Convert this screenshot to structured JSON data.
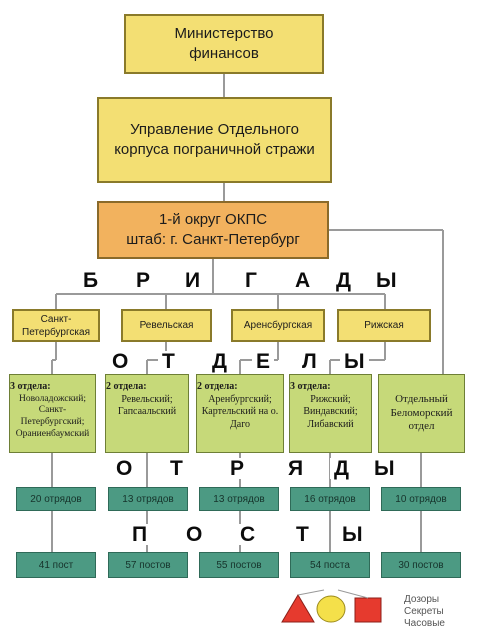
{
  "nodes": {
    "ministry": "Министерство финансов",
    "directorate": "Управление Отдельного корпуса пограничной стражи",
    "okrug_line1": "1-й округ ОКПС",
    "okrug_line2": "штаб: г. Санкт-Петербург"
  },
  "section_labels": {
    "brigades": [
      "Б",
      "Р",
      "И",
      "Г",
      "А",
      "Д",
      "Ы"
    ],
    "departments": [
      "О",
      "Т",
      "Д",
      "Е",
      "Л",
      "Ы"
    ],
    "detachments": [
      "О",
      "Т",
      "Р",
      "Я",
      "Д",
      "Ы"
    ],
    "posts": [
      "П",
      "О",
      "С",
      "Т",
      "Ы"
    ]
  },
  "brigades": [
    "Санкт-Петербургская",
    "Ревельская",
    "Аренсбургская",
    "Рижская"
  ],
  "departments": [
    {
      "head": "3 отдела:",
      "text": "Новоладожский; Санкт-Петербургский; Ораниенбаумский"
    },
    {
      "head": "2 отдела:",
      "text": "Ревельский; Гапсаальский"
    },
    {
      "head": "2 отдела:",
      "text": "Аренбургский; Картельский на о. Даго"
    },
    {
      "head": "3 отдела:",
      "text": "Рижский; Виндавский; Либавский"
    },
    {
      "head": "",
      "text": "Отдельный Беломорский отдел"
    }
  ],
  "detachments": [
    "20 отрядов",
    "13 отрядов",
    "13 отрядов",
    "16 отрядов",
    "10 отрядов"
  ],
  "posts": [
    "41 пост",
    "57 постов",
    "55 постов",
    "54 поста",
    "30 постов"
  ],
  "legend": {
    "items": [
      {
        "label": "Дозоры",
        "shape": "triangle",
        "color": "#e63a2e"
      },
      {
        "label": "Секреты",
        "shape": "circle",
        "color": "#f4e04a"
      },
      {
        "label": "Часовые",
        "shape": "square",
        "color": "#e63a2e"
      }
    ]
  },
  "colors": {
    "top_box": "#f3df73",
    "okrug_box": "#f2b25e",
    "department_box": "#c6d979",
    "count_box": "#4c9a83",
    "connector": "#9a9a9a"
  }
}
